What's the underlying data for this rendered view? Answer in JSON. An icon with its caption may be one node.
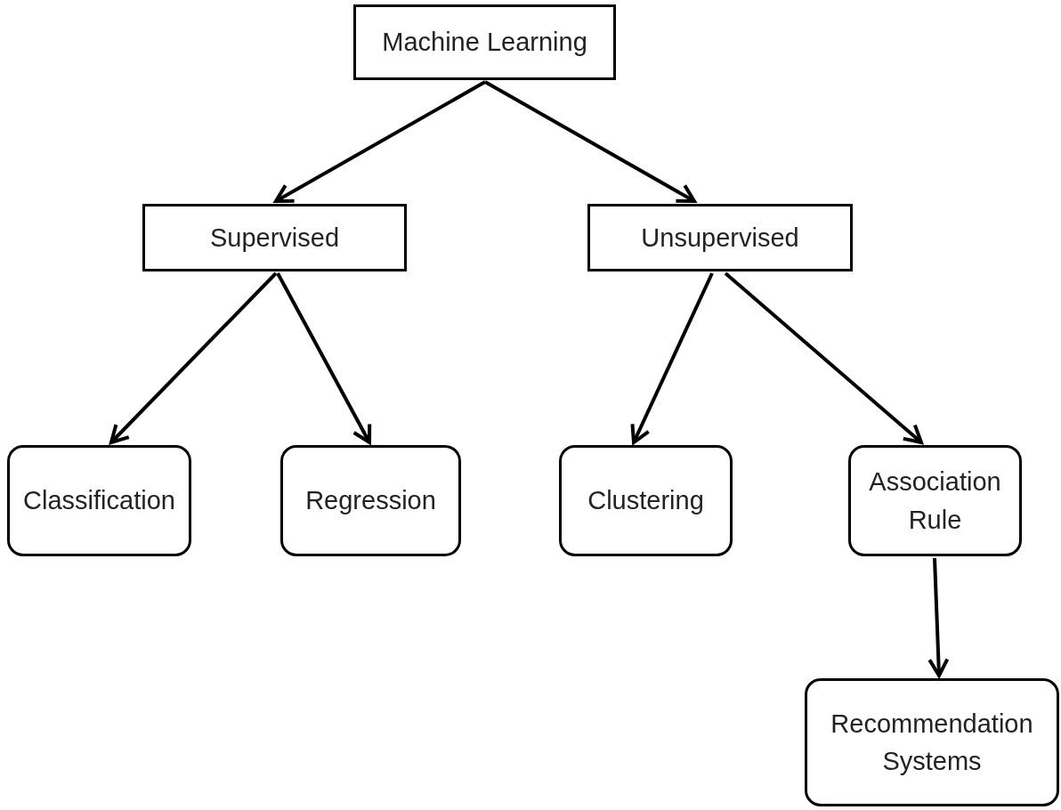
{
  "diagram": {
    "nodes": [
      {
        "text": [
          "Machine Learning"
        ]
      },
      {
        "text": [
          "Supervised"
        ]
      },
      {
        "text": [
          "Unsupervised"
        ]
      },
      {
        "text": [
          "Classification"
        ]
      },
      {
        "text": [
          "Regression"
        ]
      },
      {
        "text": [
          "Clustering"
        ]
      },
      {
        "text": [
          "Association Rule"
        ]
      },
      {
        "text": [
          "Recommendation Systems"
        ]
      }
    ],
    "edges": [
      {
        "from": 0,
        "to": 1,
        "arrow": "to"
      },
      {
        "from": 0,
        "to": 2,
        "arrow": "to"
      },
      {
        "from": 1,
        "to": 3,
        "arrow": "to"
      },
      {
        "from": 1,
        "to": 4,
        "arrow": "to"
      },
      {
        "from": 2,
        "to": 5,
        "arrow": "to"
      },
      {
        "from": 2,
        "to": 6,
        "arrow": "to"
      },
      {
        "from": 6,
        "to": 7,
        "arrow": "to"
      }
    ]
  }
}
